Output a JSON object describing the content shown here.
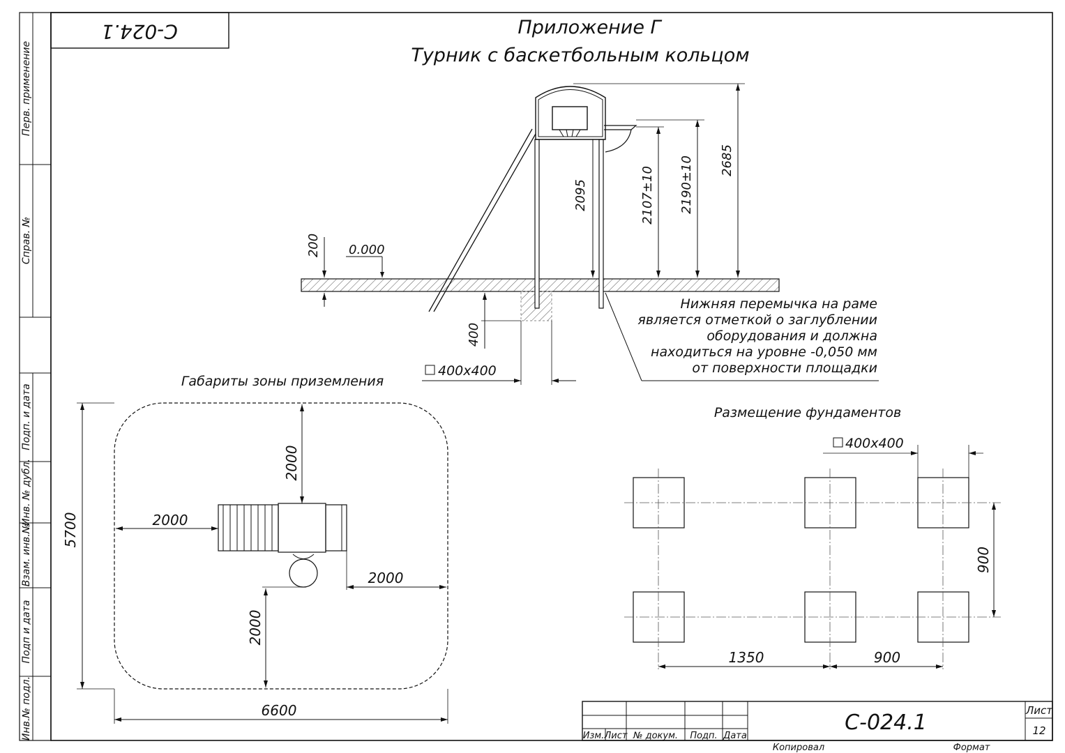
{
  "stamp": {
    "code_rotated": "С-024.1"
  },
  "side_labels": [
    "Перв. применение",
    "Справ. №",
    "Подп. и дата",
    "Инв. № дубл.",
    "Взам. инв.№",
    "Подп и дата",
    "Инв.№ подл."
  ],
  "title": {
    "line1": "Приложение Г",
    "line2": "Турник с баскетбольным кольцом"
  },
  "elevation": {
    "dims": {
      "d2095": "2095",
      "d2107": "2107±10",
      "d2190": "2190±10",
      "d2685": "2685",
      "d200": "200",
      "d400": "400"
    },
    "level": "0.000",
    "foundation": "400х400",
    "note": [
      "Нижняя перемычка на раме",
      "является отметкой о заглублении",
      "оборудования и должна",
      "находиться на уровне -0,050 мм",
      "от поверхности площадки"
    ]
  },
  "zone": {
    "title": "Габариты зоны приземления",
    "dims": {
      "height": "5700",
      "width": "6600",
      "top": "2000",
      "left": "2000",
      "right": "2000",
      "bottom": "2000"
    }
  },
  "foundations": {
    "title": "Размещение фундаментов",
    "size": "400х400",
    "dims": {
      "vertical": "900",
      "span1": "1350",
      "span2": "900"
    }
  },
  "titleblock": {
    "code": "С-024.1",
    "sheet_label": "Лист",
    "sheet": "12",
    "headers": [
      "Изм.",
      "Лист",
      "№ докум.",
      "Подп.",
      "Дата"
    ],
    "copied": "Копировал",
    "format": "Формат"
  }
}
